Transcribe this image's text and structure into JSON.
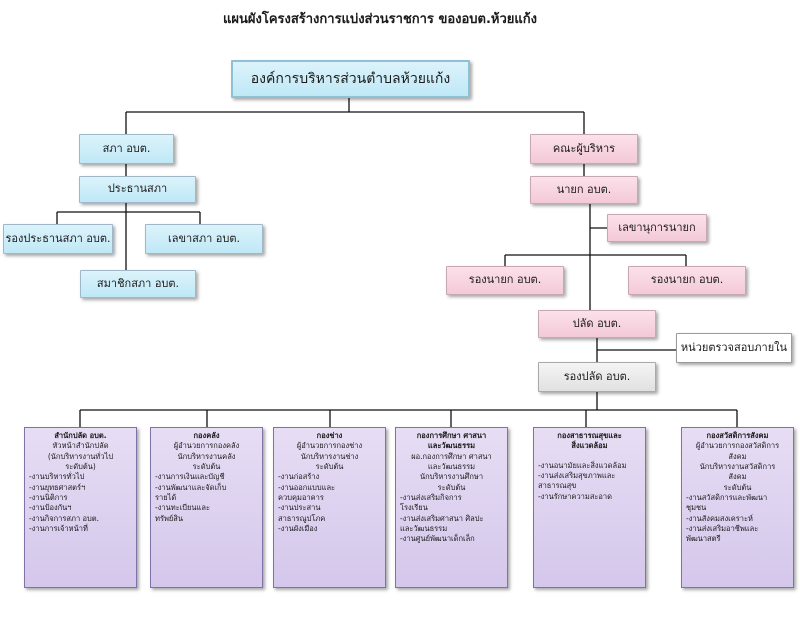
{
  "title": "แผนผังโครงสร้างการแบ่งส่วนราชการ ของอบต.ห้วยแก้ง",
  "top": "องค์การบริหารส่วนตำบลห้วยแก้ง",
  "council": {
    "head": "สภา อบต.",
    "chair": "ประธานสภา",
    "vice_chair": "รองประธานสภา อบต.",
    "secretary": "เลขาสภา อบต.",
    "member": "สมาชิกสภา อบต."
  },
  "executive": {
    "head": "คณะผู้บริหาร",
    "mayor": "นายก อบต.",
    "mayor_secretary": "เลขานุการนายก",
    "deputy_left": "รองนายก อบต.",
    "deputy_right": "รองนายก อบต.",
    "clerk": "ปลัด อบต.",
    "audit": "หน่วยตรวจสอบภายใน",
    "deputy_clerk": "รองปลัด อบต."
  },
  "departments": [
    {
      "title": "สำนักปลัด อบต.",
      "lines": [
        "หัวหน้าสำนักปลัด",
        "(นักบริหารงานทั่วไป",
        "ระดับต้น)"
      ],
      "items": [
        "-งานบริหารทั่วไป",
        "-งานยุทธศาสตร์ฯ",
        "-งานนิติการ",
        "-งานป้องกันฯ",
        "-งานกิจการสภา อบต.",
        "-งานการเจ้าหน้าที่"
      ]
    },
    {
      "title": "กองคลัง",
      "lines": [
        "ผู้อำนวยการกองคลัง",
        "นักบริหารงานคลัง",
        "ระดับต้น"
      ],
      "items": [
        "-งานการเงินและบัญชี",
        "-งานพัฒนาและจัดเก็บ",
        "รายได้",
        "-งานทะเบียนและ",
        "ทรัพย์สิน"
      ]
    },
    {
      "title": "กองช่าง",
      "lines": [
        "ผู้อำนวยการกองช่าง",
        "นักบริหารงานช่าง",
        "ระดับต้น"
      ],
      "items": [
        "-งานก่อสร้าง",
        "-งานออกแบบและ",
        "ควบคุมอาคาร",
        "-งานประสาน",
        "สาธารณูปโภค",
        "-งานผังเมือง"
      ]
    },
    {
      "title": "กองการศึกษา ศาสนา",
      "title2": "และวัฒนธรรม",
      "lines": [
        "ผอ.กองการศึกษา ศาสนา",
        "และวัฒนธรรม",
        "นักบริหารงานศึกษา",
        "ระดับต้น"
      ],
      "items": [
        "-งานส่งเสริมกิจการ",
        "โรงเรียน",
        "-งานส่งเสริมศาสนา ศิลปะ",
        "และวัฒนธรรม",
        "-งานศูนย์พัฒนาเด็กเล็ก"
      ]
    },
    {
      "title": "กองสาธารณสุขและ",
      "title2": "สิ่งแวดล้อม",
      "lines": [],
      "items": [
        "-งานอนามัยและสิ่งแวดล้อม",
        "-งานส่งเสริมสุขภาพและ",
        "สาธารณสุข",
        "-งานรักษาความสะอาด"
      ]
    },
    {
      "title": "กองสวัสดิการสังคม",
      "lines": [
        "ผู้อำนวยการกองสวัสดิการ",
        "สังคม",
        "นักบริหารงานสวัสดิการ",
        "สังคม",
        "ระดับต้น"
      ],
      "items": [
        "-งานสวัสดิการและพัฒนา",
        "ชุมชน",
        "-งานสังคมสงเคราะห์",
        "-งานส่งเสริมอาชีพและ",
        "พัฒนาสตรี"
      ]
    }
  ]
}
